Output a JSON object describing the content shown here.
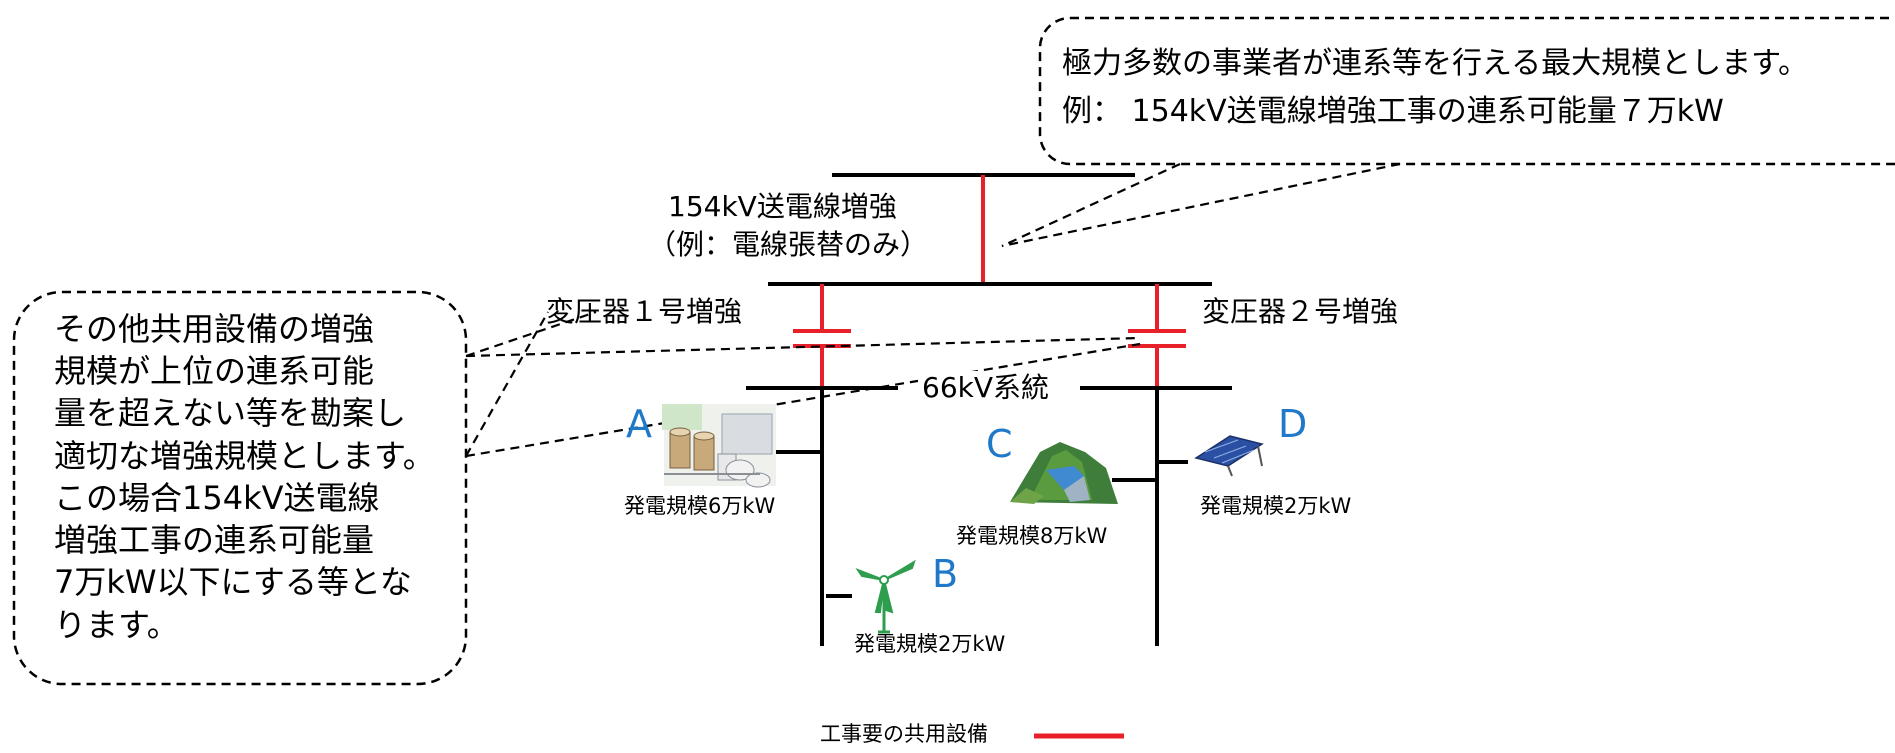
{
  "callout_top": {
    "line1": "極力多数の事業者が連系等を行える最大規模とします。",
    "line2": "例： 154kV送電線増強工事の連系可能量７万kW"
  },
  "callout_left": {
    "lines": [
      "その他共用設備の増強",
      "規模が上位の連系可能",
      "量を超えない等を勘案し",
      "適切な増強規模とします。",
      "この場合154kV送電線",
      "増強工事の連系可能量",
      "7万kW以下にする等とな",
      "ります。"
    ]
  },
  "line154": {
    "line1": "154kV送電線増強",
    "line2": "（例：電線張替のみ）"
  },
  "transformer1": "変圧器１号増強",
  "transformer2": "変圧器２号増強",
  "bus66": "66kV系統",
  "generators": {
    "A": {
      "letter": "A",
      "capacity": "発電規模6万kW",
      "icon": "thermal-plant-icon"
    },
    "B": {
      "letter": "B",
      "capacity": "発電規模2万kW",
      "icon": "wind-turbine-icon"
    },
    "C": {
      "letter": "C",
      "capacity": "発電規模8万kW",
      "icon": "hydro-dam-icon"
    },
    "D": {
      "letter": "D",
      "capacity": "発電規模2万kW",
      "icon": "solar-panel-icon"
    }
  },
  "legend": {
    "label": "工事要の共用設備",
    "color": "#e8202a"
  },
  "colors": {
    "accent_red": "#e8202a",
    "letter_blue": "#1f78c8"
  }
}
